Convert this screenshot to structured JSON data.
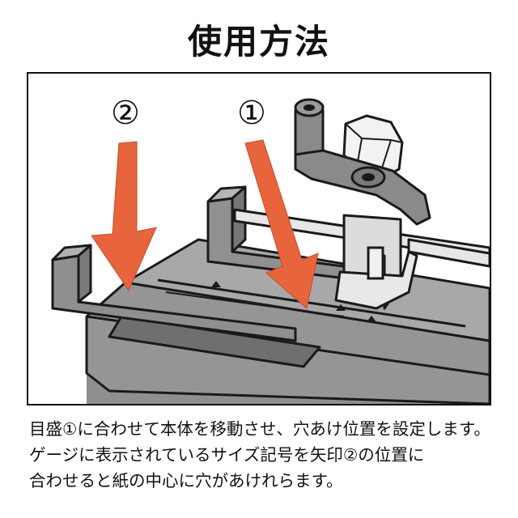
{
  "title": "使用方法",
  "figure": {
    "marker_1": "①",
    "marker_2": "②",
    "colors": {
      "arrow": "#e8643c",
      "body": "#8a8a8a",
      "body_light": "#a5a5a5",
      "body_dark": "#6a6a6a",
      "outline": "#1a1a1a",
      "rod": "#e6e6e6"
    }
  },
  "caption": {
    "lines": [
      "目盛①に合わせて本体を移動させ、穴あけ位置を設定します。",
      "ゲージに表示されているサイズ記号を矢印②の位置に",
      "合わせると紙の中心に穴があけれらます。"
    ]
  }
}
